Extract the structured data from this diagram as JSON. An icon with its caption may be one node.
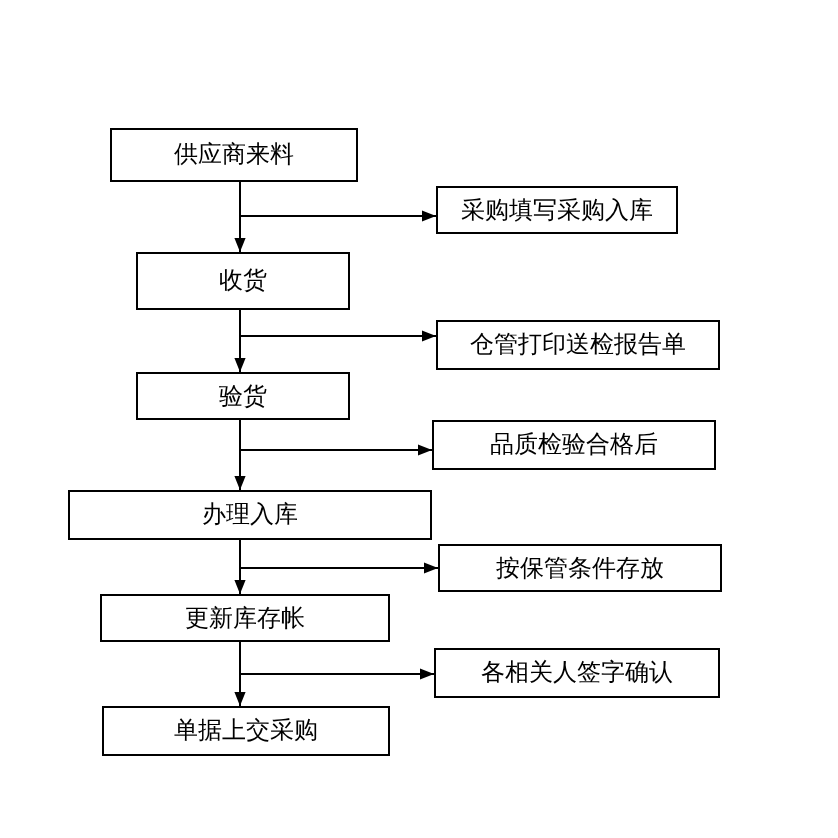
{
  "diagram": {
    "nodes": [
      {
        "text": [
          "供应商来料"
        ]
      },
      {
        "text": [
          "采购填写采购入库"
        ]
      },
      {
        "text": [
          "收货"
        ]
      },
      {
        "text": [
          "仓管打印送检报告单"
        ]
      },
      {
        "text": [
          "验货"
        ]
      },
      {
        "text": [
          "品质检验合格后"
        ]
      },
      {
        "text": [
          "办理入库"
        ]
      },
      {
        "text": [
          "按保管条件存放"
        ]
      },
      {
        "text": [
          "更新库存帐"
        ]
      },
      {
        "text": [
          "各相关人签字确认"
        ]
      },
      {
        "text": [
          "单据上交采购"
        ]
      }
    ],
    "edges": [
      {
        "from": 0,
        "to": 1,
        "arrow": "to"
      },
      {
        "from": 0,
        "to": 2,
        "arrow": "to"
      },
      {
        "from": 2,
        "to": 3,
        "arrow": "to"
      },
      {
        "from": 2,
        "to": 4,
        "arrow": "to"
      },
      {
        "from": 4,
        "to": 5,
        "arrow": "to"
      },
      {
        "from": 4,
        "to": 6,
        "arrow": "to"
      },
      {
        "from": 6,
        "to": 7,
        "arrow": "to"
      },
      {
        "from": 6,
        "to": 8,
        "arrow": "to"
      },
      {
        "from": 8,
        "to": 9,
        "arrow": "to"
      },
      {
        "from": 8,
        "to": 10,
        "arrow": "to"
      }
    ]
  }
}
